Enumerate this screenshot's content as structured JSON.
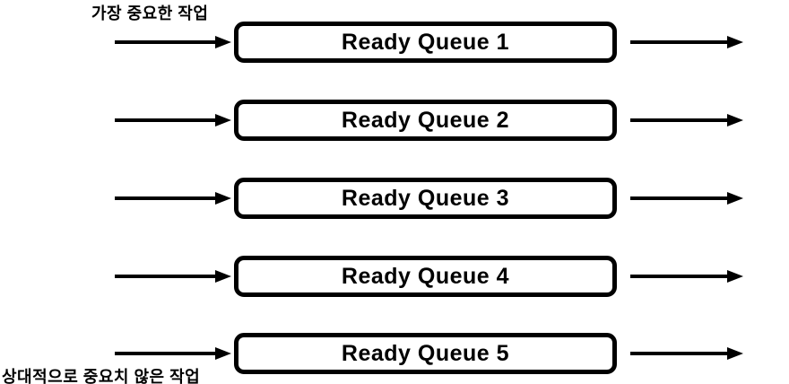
{
  "diagram": {
    "type": "multilevel-queue-scheduling",
    "top_label": "가장 중요한 작업",
    "bottom_label": "상대적으로 중요치 않은 작업",
    "queues": [
      {
        "label": "Ready Queue 1"
      },
      {
        "label": "Ready Queue 2"
      },
      {
        "label": "Ready Queue 3"
      },
      {
        "label": "Ready Queue 4"
      },
      {
        "label": "Ready Queue 5"
      }
    ],
    "colors": {
      "background": "#ffffff",
      "stroke": "#000000",
      "text": "#000000"
    }
  }
}
